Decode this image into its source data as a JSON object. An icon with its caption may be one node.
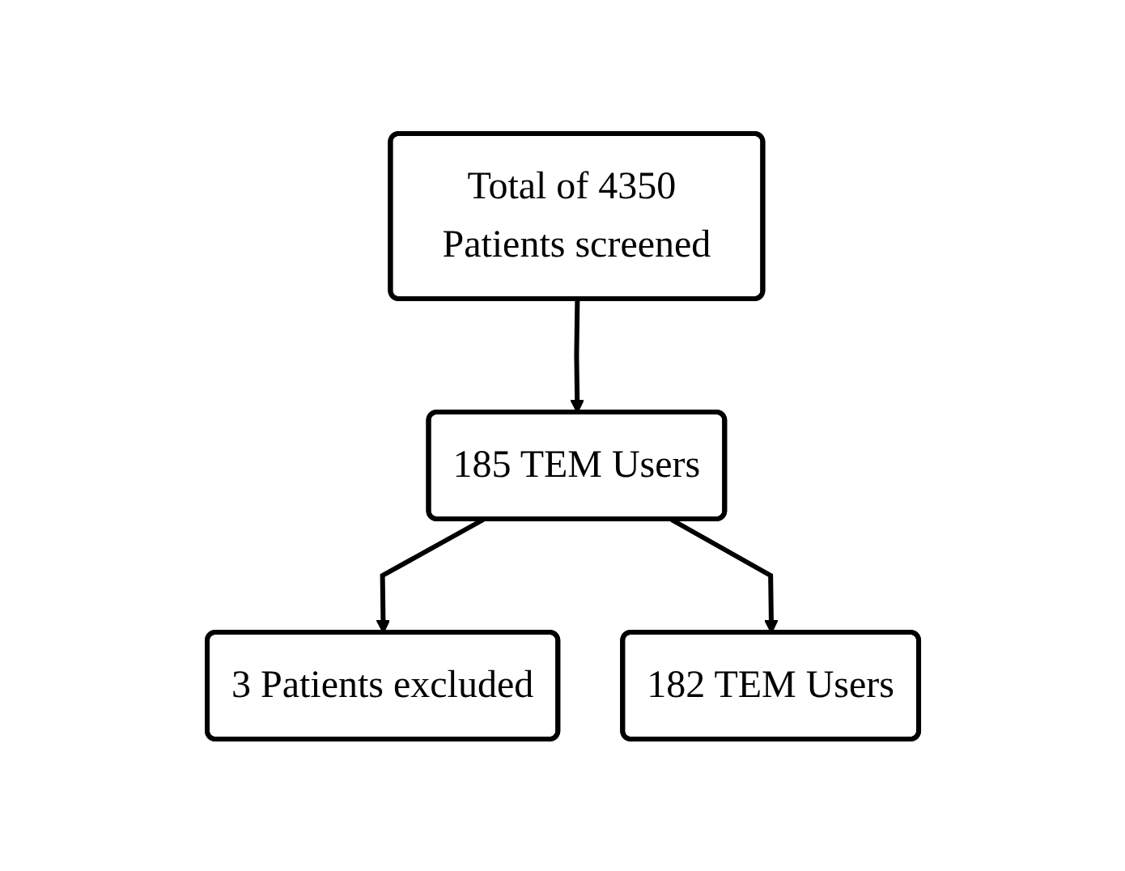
{
  "diagram": {
    "nodes": [
      {
        "text": [
          "Total of 4350 Patients screened"
        ]
      },
      {
        "text": [
          "185 TEM Users"
        ]
      },
      {
        "text": [
          "3 Patients excluded"
        ]
      },
      {
        "text": [
          "182 TEM Users"
        ]
      }
    ],
    "edges": [
      {
        "from": 0,
        "to": 1,
        "arrow": "to"
      },
      {
        "from": 1,
        "to": 2,
        "arrow": "to"
      },
      {
        "from": 1,
        "to": 3,
        "arrow": "to"
      }
    ]
  }
}
